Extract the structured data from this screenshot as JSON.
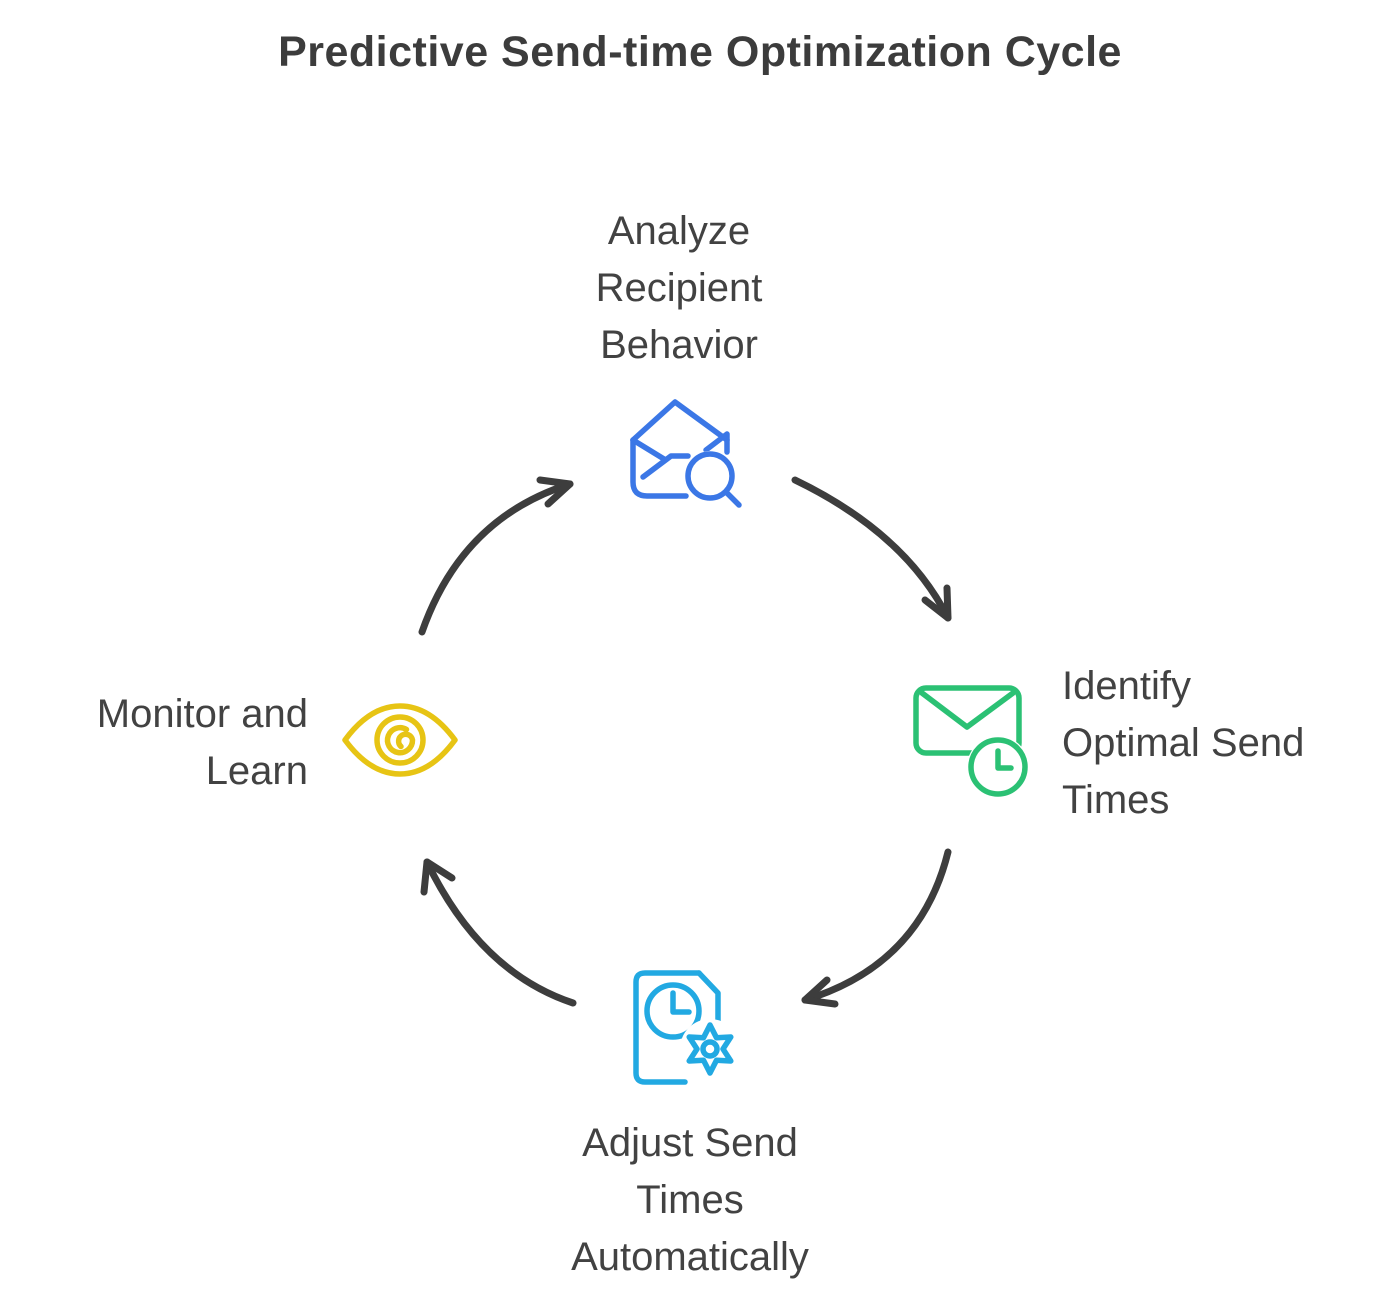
{
  "title": "Predictive Send-time Optimization Cycle",
  "colors": {
    "title_text": "#3c3c3c",
    "label_text": "#424242",
    "arrow": "#3d3d3d",
    "analyze_blue": "#3b77e6",
    "identify_green": "#2bc174",
    "adjust_cyan": "#22a9e2",
    "monitor_yellow": "#e7c414"
  },
  "nodes": [
    {
      "id": "analyze",
      "position": "top",
      "label": "Analyze\nRecipient\nBehavior",
      "icon": "open-envelope-magnifier-icon",
      "color": "#3b77e6"
    },
    {
      "id": "identify",
      "position": "right",
      "label": "Identify\nOptimal Send\nTimes",
      "icon": "envelope-clock-icon",
      "color": "#2bc174"
    },
    {
      "id": "adjust",
      "position": "bottom",
      "label": "Adjust Send\nTimes\nAutomatically",
      "icon": "document-clock-gear-icon",
      "color": "#22a9e2"
    },
    {
      "id": "monitor",
      "position": "left",
      "label": "Monitor and\nLearn",
      "icon": "eye-icon",
      "color": "#e7c414"
    }
  ],
  "arrows": [
    {
      "from": "analyze",
      "to": "identify"
    },
    {
      "from": "identify",
      "to": "adjust"
    },
    {
      "from": "adjust",
      "to": "monitor"
    },
    {
      "from": "monitor",
      "to": "analyze"
    }
  ],
  "cycle_direction": "clockwise"
}
